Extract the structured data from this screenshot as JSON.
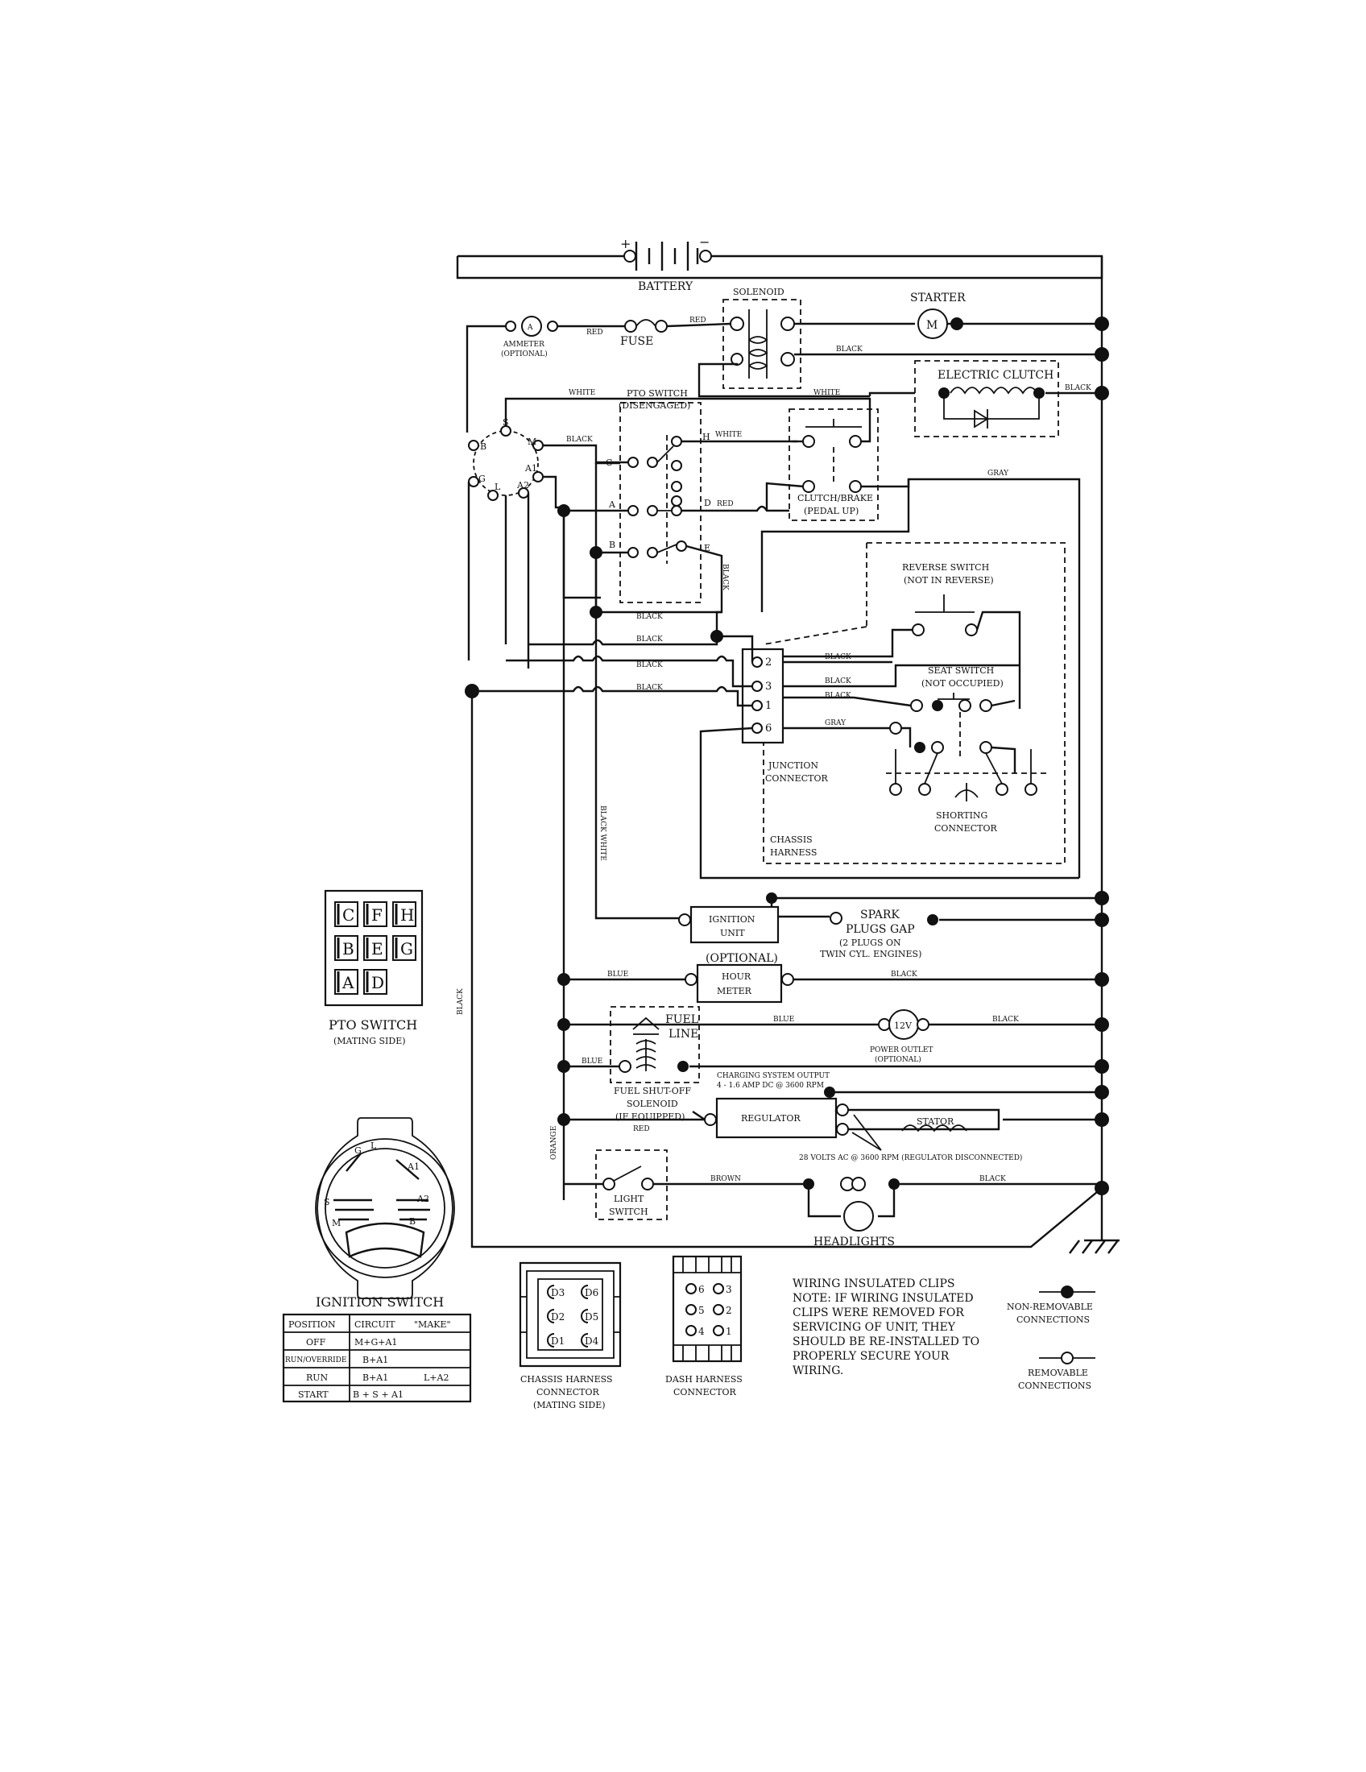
{
  "labels": {
    "battery": "BATTERY",
    "solenoid": "SOLENOID",
    "starter": "STARTER",
    "ammeter": "AMMETER",
    "ammeter_opt": "(OPTIONAL)",
    "fuse": "FUSE",
    "electric_clutch": "ELECTRIC CLUTCH",
    "pto_switch_1": "PTO SWITCH",
    "pto_switch_2": "(DISENGAGED)",
    "clutch_brake_1": "CLUTCH/BRAKE",
    "clutch_brake_2": "(PEDAL UP)",
    "reverse_switch_1": "REVERSE SWITCH",
    "reverse_switch_2": "(NOT IN REVERSE)",
    "seat_switch_1": "SEAT SWITCH",
    "seat_switch_2": "(NOT OCCUPIED)",
    "junction_1": "JUNCTION",
    "junction_2": "CONNECTOR",
    "shorting_1": "SHORTING",
    "shorting_2": "CONNECTOR",
    "chassis_harness_1": "CHASSIS",
    "chassis_harness_2": "HARNESS",
    "ignition_unit_1": "IGNITION",
    "ignition_unit_2": "UNIT",
    "spark_1": "SPARK",
    "spark_2": "PLUGS GAP",
    "spark_3": "(2 PLUGS ON",
    "spark_4": "TWIN CYL. ENGINES)",
    "hour_meter_opt": "(OPTIONAL)",
    "hour_meter_1": "HOUR",
    "hour_meter_2": "METER",
    "power_outlet_v": "12V",
    "power_outlet_1": "POWER OUTLET",
    "power_outlet_2": "(OPTIONAL)",
    "fuel_line_1": "FUEL",
    "fuel_line_2": "LINE",
    "fuel_sol_1": "FUEL SHUT-OFF",
    "fuel_sol_2": "SOLENOID",
    "fuel_sol_3": "(IF EQUIPPED)",
    "charging_1": "CHARGING SYSTEM OUTPUT",
    "charging_2": "4 - 1.6 AMP DC @ 3600 RPM",
    "regulator": "REGULATOR",
    "stator": "STATOR",
    "stator_volts": "28 VOLTS AC @ 3600 RPM (REGULATOR DISCONNECTED)",
    "light_switch_1": "LIGHT",
    "light_switch_2": "SWITCH",
    "headlights": "HEADLIGHTS",
    "pto_mating_1": "PTO SWITCH",
    "pto_mating_2": "(MATING SIDE)",
    "ignition_switch": "IGNITION SWITCH",
    "chassis_conn_1": "CHASSIS HARNESS",
    "chassis_conn_2": "CONNECTOR",
    "chassis_conn_3": "(MATING SIDE)",
    "dash_conn_1": "DASH HARNESS",
    "dash_conn_2": "CONNECTOR",
    "note_1": "WIRING INSULATED CLIPS",
    "note_2": "NOTE:  IF WIRING INSULATED",
    "note_3": "CLIPS WERE REMOVED FOR",
    "note_4": "SERVICING OF UNIT, THEY",
    "note_5": "SHOULD BE RE-INSTALLED TO",
    "note_6": "PROPERLY SECURE YOUR",
    "note_7": "WIRING.",
    "legend_nr_1": "NON-REMOVABLE",
    "legend_nr_2": "CONNECTIONS",
    "legend_r_1": "REMOVABLE",
    "legend_r_2": "CONNECTIONS",
    "plus": "+",
    "minus": "−"
  },
  "wire_labels": {
    "red": "RED",
    "black": "BLACK",
    "white": "WHITE",
    "gray": "GRAY",
    "blue": "BLUE",
    "brown": "BROWN",
    "orange": "ORANGE",
    "black_white": "BLACK WHITE"
  },
  "pins": {
    "ign_b": "B",
    "ign_s": "S",
    "ign_m": "M",
    "ign_a1": "A1",
    "ign_a2": "A2",
    "ign_l": "L",
    "ign_g": "G",
    "pto_c": "C",
    "pto_a": "A",
    "pto_b": "B",
    "pto_h": "H",
    "pto_d": "D",
    "pto_e": "E",
    "jc_2": "2",
    "jc_3": "3",
    "jc_1": "1",
    "jc_6": "6",
    "ammeter_a": "A",
    "starter_m": "M"
  },
  "pto_grid": [
    "C",
    "F",
    "H",
    "B",
    "E",
    "G",
    "A",
    "D"
  ],
  "ignition_face": [
    "G",
    "L",
    "A1",
    "A2",
    "S",
    "M",
    "B"
  ],
  "chassis_pins": [
    "D3",
    "D6",
    "D2",
    "D5",
    "D1",
    "D4"
  ],
  "dash_pins": [
    "6",
    "3",
    "5",
    "2",
    "4",
    "1"
  ],
  "ignition_table": {
    "headers": [
      "POSITION",
      "CIRCUIT",
      "\"MAKE\""
    ],
    "rows": [
      [
        "OFF",
        "M+G+A1",
        ""
      ],
      [
        "RUN/OVERRIDE",
        "B+A1",
        ""
      ],
      [
        "RUN",
        "B+A1",
        "L+A2"
      ],
      [
        "START",
        "B + S + A1",
        ""
      ]
    ]
  }
}
